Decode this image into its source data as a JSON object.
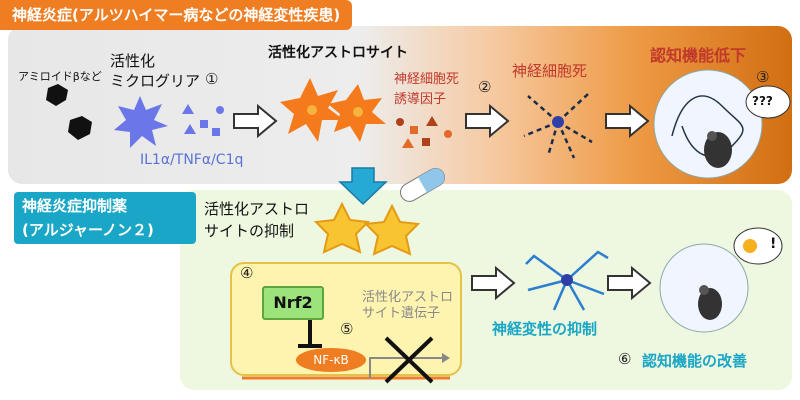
{
  "header_title": "神経炎症(アルツハイマー病などの神経変性疾患)",
  "inhibitor_title_line1": "神経炎症抑制薬",
  "inhibitor_title_line2": "(アルジャーノン２)",
  "top": {
    "amyloid_label": "アミロイドβなど",
    "microglia_label_line1": "活性化",
    "microglia_label_line2": "ミクログリア",
    "step1": "①",
    "cytokines": "IL1α/TNFα/C1q",
    "astro_label": "活性化アストロサイト",
    "death_factor_line1": "神経細胞死",
    "death_factor_line2": "誘導因子",
    "step2": "②",
    "neuron_death": "神経細胞死",
    "cognitive_decline": "認知機能低下",
    "step3": "③",
    "thought": "???"
  },
  "bottom": {
    "inhibit_astro_line1": "活性化アストロ",
    "inhibit_astro_line2": "サイトの抑制",
    "step4": "④",
    "nrf2": "Nrf2",
    "step5": "⑤",
    "gene_label_line1": "活性化アストロ",
    "gene_label_line2": "サイト遺伝子",
    "nfkb": "NF-κB",
    "neuro_inhibit": "神経変性の抑制",
    "step6": "⑥",
    "cognitive_improve": "認知機能の改善",
    "thought": "!"
  },
  "colors": {
    "orange": "#ef7d22",
    "teal": "#1aa6c6",
    "red_text": "#c0392b",
    "blue_text": "#5a73d6"
  }
}
